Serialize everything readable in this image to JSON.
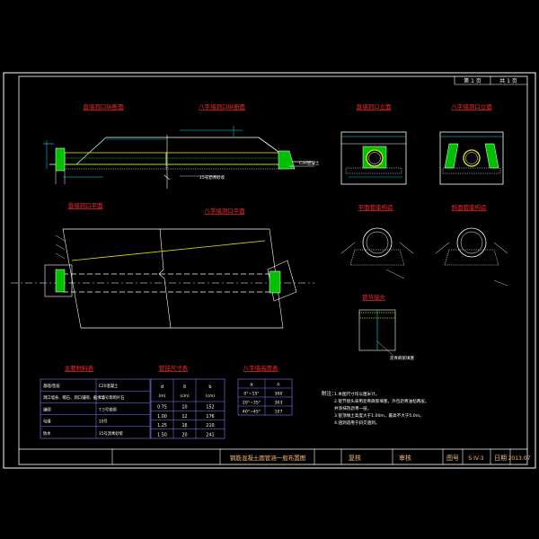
{
  "sheet": {
    "page_no": "第 1 页",
    "page_total": "共 1 页"
  },
  "views": {
    "end_wall_section": "直墙洞口纵断面",
    "wing_wall_section": "八字墙洞口纵断面",
    "end_wall_elevation": "直墙洞口立面",
    "wing_wall_elevation": "八字墙洞口立面",
    "end_wall_plan": "直墙洞口平面",
    "wing_wall_plan": "八字墙洞口平面",
    "level_base": "平面管座构造",
    "slope_base": "斜面管座构造",
    "pipe_joint": "管节接头"
  },
  "tables": {
    "materials": {
      "title": "主要材料表",
      "rows": [
        [
          "基础/垫层",
          "C20混凝土"
        ],
        [
          "洞口墙身、帽石、洞口铺砌、截水墙",
          "7.5号浆砌片石"
        ],
        [
          "铺砌",
          "7.5号浆砌"
        ],
        [
          "勾缝",
          "10号"
        ],
        [
          "防水",
          "15号沥青砂浆"
        ]
      ]
    },
    "pipe_dims": {
      "title": "管径尺寸表",
      "headers": [
        "d",
        "δ",
        "b"
      ],
      "units": [
        "(m)",
        "(cm)",
        "(cm)"
      ],
      "rows": [
        [
          "0.75",
          "10",
          "152"
        ],
        [
          "1.00",
          "12",
          "176"
        ],
        [
          "1.25",
          "16",
          "210"
        ],
        [
          "1.50",
          "20",
          "241"
        ]
      ]
    },
    "wing_table": {
      "title": "八字墙高度表",
      "headers": [
        "α",
        "n"
      ],
      "rows": [
        [
          "0°~15°",
          "300"
        ],
        [
          "20°~35°",
          "303"
        ],
        [
          "40°~45°",
          "107"
        ]
      ]
    }
  },
  "notes": {
    "title": "附注：",
    "lines": [
      "1.本图尺寸均以厘米计。",
      "2.管节接头采用沥青麻絮填塞，外包沥青油毡两层。",
      "   并涂抹热沥青一层。",
      "3.管顶填土高度大于1.00m，最高不大于5.0m。",
      "4.涵洞适用于斜交涵洞。"
    ]
  },
  "leaders": {
    "joint_fill": "15号沥青砂浆",
    "base_concrete": "C20混凝土",
    "pipe_joint_note": "沥青麻絮填塞"
  },
  "title_block": {
    "drawing_title": "钢筋混凝土圆管涵一般布置图",
    "review_label": "复核",
    "approve_label": "审核",
    "drawing_no_label": "图号",
    "drawing_no": "S IV-3",
    "date_label": "日期",
    "date": "2013.07"
  },
  "colors": {
    "background": "#000000",
    "frame": "#ffffff",
    "title_red": "#ff2a2a",
    "dimension_cyan": "#00e0ff",
    "concrete_green": "#00c000",
    "hatch_yellow": "#e6e600",
    "table_grid": "#7f7fff",
    "title_block_text": "#ffb870"
  }
}
